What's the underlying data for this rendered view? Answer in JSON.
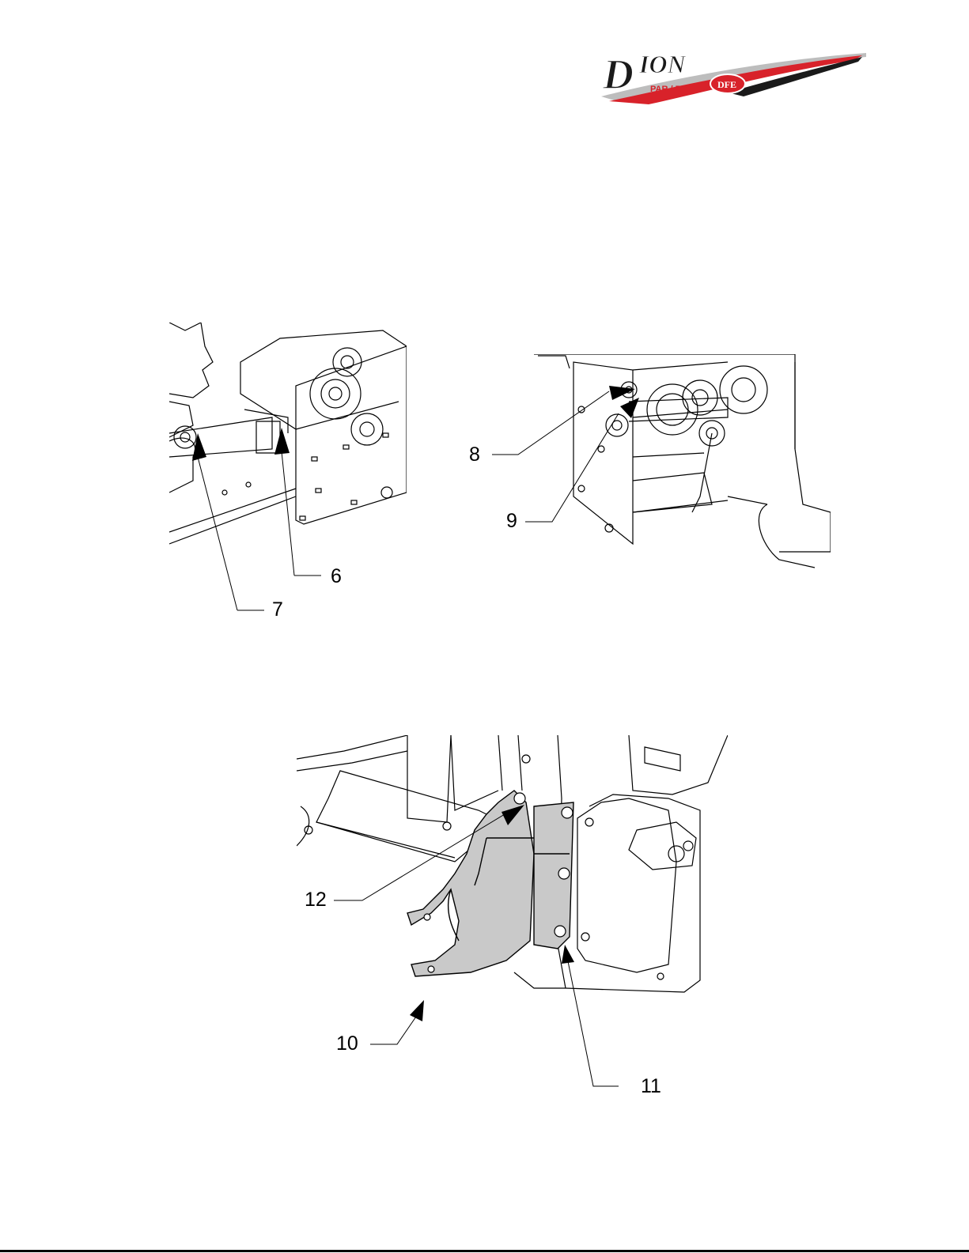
{
  "logo": {
    "brand": "DION",
    "subtitle": "PAR / BY",
    "badge": "DFE",
    "colors": {
      "red": "#d8222a",
      "dark": "#1a1a1a",
      "grey": "#bdbdbd"
    }
  },
  "figures": [
    {
      "callouts": [
        "6",
        "7"
      ]
    },
    {
      "callouts": [
        "8",
        "9"
      ]
    },
    {
      "callouts": [
        "10",
        "11",
        "12"
      ]
    }
  ]
}
